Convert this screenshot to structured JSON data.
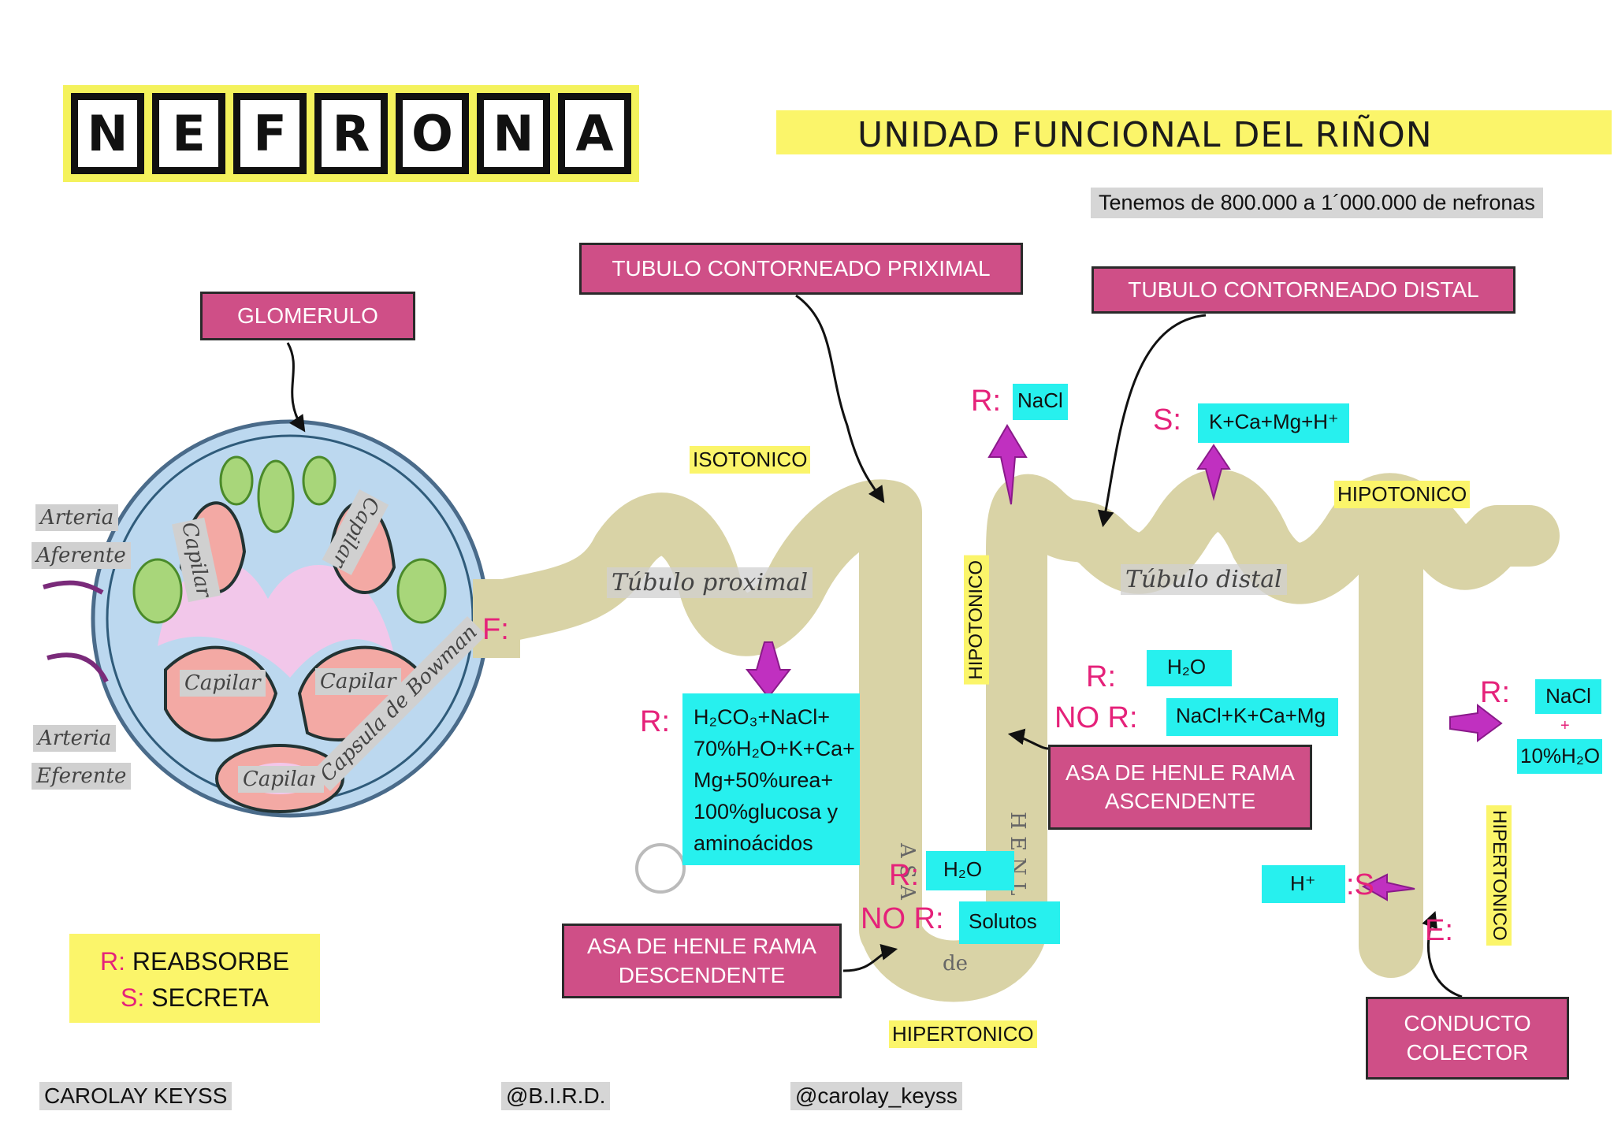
{
  "title_letters": [
    "N",
    "E",
    "F",
    "R",
    "O",
    "N",
    "A"
  ],
  "subtitle": "UNIDAD FUNCIONAL DEL RIÑON",
  "count_note": "Tenemos de 800.000 a 1´000.000 de nefronas",
  "labels": {
    "glomerulo": "GLOMERULO",
    "tcp": "TUBULO CONTORNEADO PRIXIMAL",
    "tcd": "TUBULO CONTORNEADO DISTAL",
    "asa_desc": "ASA DE HENLE RAMA DESCENDENTE",
    "asa_asc": "ASA DE HENLE RAMA ASCENDENTE",
    "colector": "CONDUCTO COLECTOR"
  },
  "glomerulus_text": {
    "arteria_aferente_1": "Arteria",
    "arteria_aferente_2": "Aferente",
    "arteria_eferente_1": "Arteria",
    "arteria_eferente_2": "Eferente",
    "capilar": "Capilar",
    "capsula": "Capsula de Bowman",
    "f_label": "F:"
  },
  "tubulo_proximal": "Túbulo proximal",
  "tubulo_distal": "Túbulo distal",
  "henle_letters": "H E N L E",
  "asa_letters": "A S A",
  "de_word": "de",
  "tonicity": {
    "isotonico": "ISOTONICO",
    "hipotonico_top": "HIPOTONICO",
    "hipotonico_vertical": "HIPOTONICO",
    "hipertonico_bottom": "HIPERTONICO",
    "hipertonico_vertical": "HIPERTONICO"
  },
  "proximal": {
    "r_label": "R:",
    "lines": [
      "H₂CO₃+NaCl+",
      "70%H₂O+K+Ca+",
      "Mg+50%urea+",
      "100%glucosa y",
      "aminoácidos"
    ]
  },
  "top_reab": {
    "label": "R:",
    "value": "NaCl"
  },
  "top_sec": {
    "label": "S:",
    "value": "K+Ca+Mg+H⁺"
  },
  "desc_limb": {
    "r_label": "R:",
    "r_value": "H₂O",
    "nor_label": "NO R:",
    "nor_value": "Solutos"
  },
  "asc_limb": {
    "r_label": "R:",
    "r_value": "H₂O",
    "nor_label": "NO R:",
    "nor_value": "NaCl+K+Ca+Mg"
  },
  "collector": {
    "r_label": "R:",
    "r_value_1": "NaCl",
    "r_value_plus": "+",
    "r_value_2": "10%H₂O",
    "s_label": ":S",
    "s_value": "H⁺",
    "e_label": "E:"
  },
  "legend": {
    "r_key": "R:",
    "r_text": "REABSORBE",
    "s_key": "S:",
    "s_text": "SECRETA"
  },
  "footer": {
    "author": "CAROLAY KEYSS",
    "org": "@B.I.R.D.",
    "handle": "@carolay_keyss"
  },
  "colors": {
    "pink": "#cf4f87",
    "cyan": "#27f0ee",
    "yellow": "#fbf56a",
    "tube": "#d9d3a6",
    "magenta": "#e5227a",
    "arrow": "#c030c0"
  }
}
